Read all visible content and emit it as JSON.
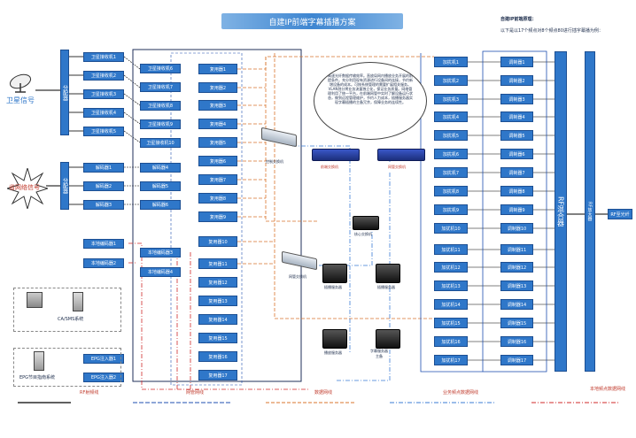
{
  "title": "自建IP前端字幕插播方案",
  "side_note": {
    "heading": "自建IP前端原理：",
    "body": "以下是以17个频点对8个频点80进行插字幕播为例："
  },
  "left": {
    "satellite_label": "卫星信号",
    "network_label": "省网络信号",
    "splitter_label": "分配器",
    "splitter2_label": "分配器",
    "ca_label": "CA/SMS系统",
    "epg_label": "EPG节目指南系统"
  },
  "col1": {
    "receivers": [
      "卫星接收机1",
      "卫星接收机2",
      "卫星接收机3",
      "卫星接收机4",
      "卫星接收机5"
    ],
    "decoders": [
      "解码器1",
      "解码器2",
      "解码器3"
    ],
    "encoders": [
      "本地编码器1",
      "本地编码器2"
    ],
    "epg_injectors": [
      "EPG注入器1",
      "EPG注入器2"
    ]
  },
  "col2": {
    "receivers": [
      "卫星接收机6",
      "卫星接收机7",
      "卫星接收机8",
      "卫星接收机9",
      "卫星接收机10"
    ],
    "decoders": [
      "解码器4",
      "解码器5",
      "解码器6"
    ],
    "encoders": [
      "本地编码器3",
      "本地编码器4"
    ]
  },
  "muxers": [
    "复用器1",
    "复用器2",
    "复用器3",
    "复用器4",
    "复用器5",
    "复用器6",
    "复用器7",
    "复用器8",
    "复用器9",
    "复用器10",
    "复用器11",
    "复用器12",
    "复用器13",
    "复用器14",
    "复用器15",
    "复用器16",
    "复用器17"
  ],
  "scramblers": [
    "加扰机1",
    "加扰机2",
    "加扰机3",
    "加扰机4",
    "加扰机5",
    "加扰机6",
    "加扰机7",
    "加扰机8",
    "加扰机9",
    "加扰机10",
    "加扰机11",
    "加扰机12",
    "加扰机13",
    "加扰机14",
    "加扰机15",
    "加扰机16",
    "加扰机17"
  ],
  "modulators": [
    "调制器1",
    "调制器2",
    "调制器3",
    "调制器4",
    "调制器5",
    "调制器6",
    "调制器7",
    "调制器8",
    "调制器9",
    "调制器10",
    "调制器11",
    "调制器12",
    "调制器13",
    "调制器14",
    "调制器15",
    "调制器16",
    "调制器17"
  ],
  "rf_mixer": "RF混合器",
  "rf_amp": "RF放大器",
  "rf_out": "RF至光纤",
  "network": {
    "switch_top": "控制交换机",
    "switch_mid": "网管交换机",
    "blue_switch1": "前端交换机",
    "blue_switch2": "网管交换机",
    "core_switch": "核心交换机",
    "server1": "插播服务器",
    "server2": "插播服务器",
    "server3": "播放服务器",
    "server4": "字幕服务器\n主备"
  },
  "cloud_text": "高速光纤数据传输效率。直放局网内播放业务开展的前提条件。充分利用现有资源进行设备间的连接，节约新增设备的成本。可按系统管理的需要扩展相关服务。VLAN划分将业务流量独立化，保证业务质量。网络管理利用了统一平台，在前端网管中实时了解设备运行状态，做到远程管理维护，节约人力成本，插播服务器实现字幕插播的主备冗余，保障业务的连续性。",
  "legend": [
    "RF射频线",
    "网管网线",
    "数据网线",
    "业务频点数据网线",
    "本地频点数据网线"
  ],
  "colors": {
    "box_blue": "#2f77c9",
    "rf_line": "#000000",
    "mgmt_line": "#1f4fb0",
    "data_line": "#d9742c",
    "service_line": "#3a7bd5",
    "local_line": "#d12a2a"
  }
}
